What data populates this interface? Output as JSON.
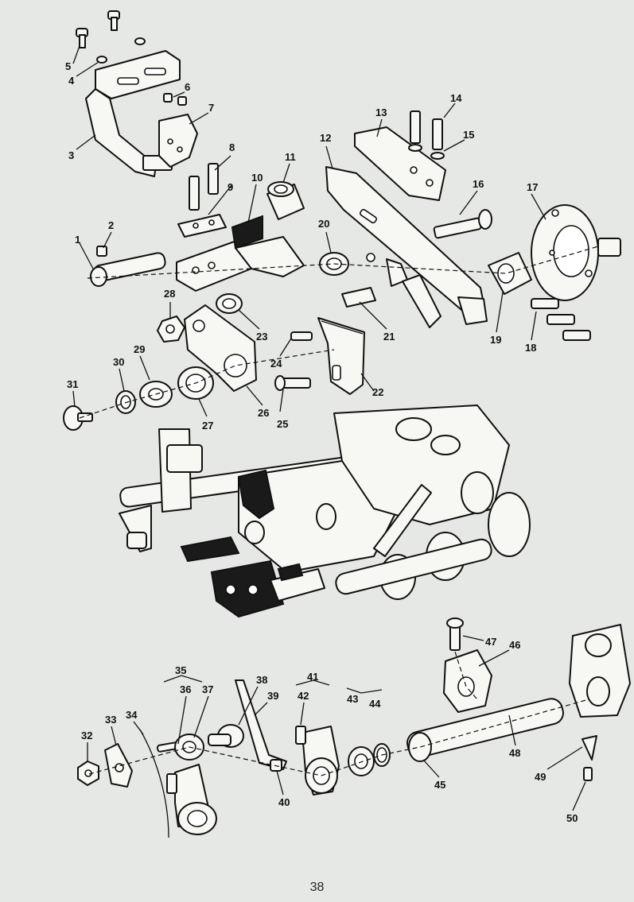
{
  "page_number": "38",
  "callouts": [
    "1",
    "2",
    "3",
    "4",
    "5",
    "6",
    "7",
    "8",
    "9",
    "10",
    "11",
    "12",
    "13",
    "14",
    "15",
    "16",
    "17",
    "18",
    "19",
    "20",
    "21",
    "22",
    "23",
    "24",
    "25",
    "26",
    "27",
    "28",
    "29",
    "30",
    "31",
    "32",
    "33",
    "34",
    "35",
    "36",
    "37",
    "38",
    "39",
    "40",
    "41",
    "42",
    "43",
    "44",
    "45",
    "46",
    "47",
    "48",
    "49",
    "50"
  ],
  "colors": {
    "ink": "#111111",
    "paper": "#e6e8e6",
    "part_fill": "#f7f7f4"
  }
}
